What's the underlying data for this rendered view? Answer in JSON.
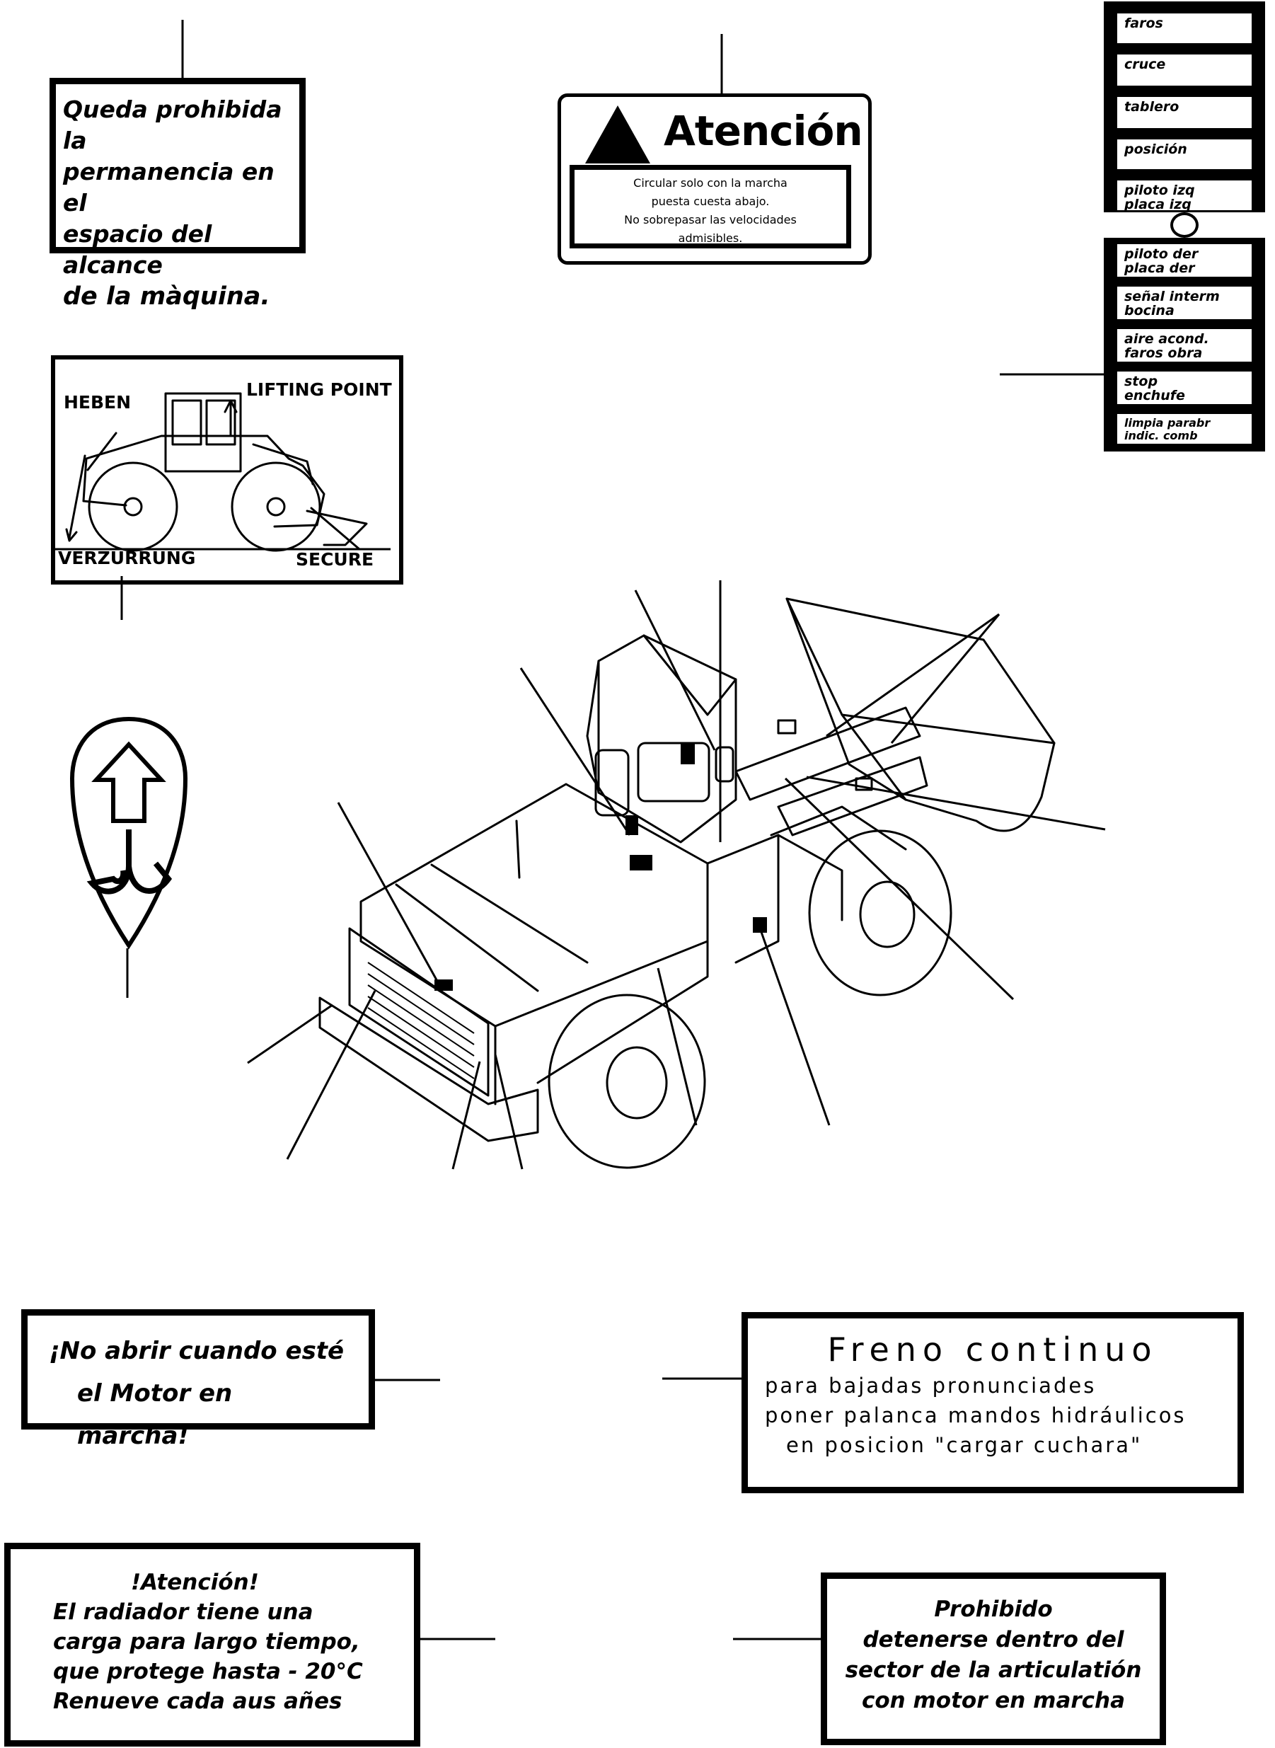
{
  "labels": {
    "prohibida": [
      "Queda prohibida la",
      "permanencia en el",
      "espacio del alcance",
      "de la màquina."
    ],
    "atencion": {
      "title": "Atención",
      "lines": [
        "Circular solo con la marcha",
        "puesta cuesta abajo.",
        "No sobrepasar las velocidades",
        "admisibles."
      ]
    },
    "fuse_strip": [
      [
        "faros"
      ],
      [
        "cruce"
      ],
      [
        "tablero"
      ],
      [
        "posición"
      ],
      [
        "piloto izq",
        "placa izq"
      ],
      [
        "piloto der",
        "placa der"
      ],
      [
        "señal interm",
        "bocina"
      ],
      [
        "aire acond.",
        "faros obra"
      ],
      [
        "stop",
        "enchufe"
      ],
      [
        "limpia parabr",
        "indic. comb"
      ]
    ],
    "lifting": {
      "heben": "HEBEN",
      "lifting_point": "LIFTING POINT",
      "verzurrung": "VERZURRUNG",
      "secure": "SECURE"
    },
    "no_abrir": [
      "¡No abrir cuando esté",
      "el Motor en marcha!"
    ],
    "freno": {
      "title": "Freno continuo",
      "lines": [
        "para bajadas pronunciades",
        "poner palanca mandos hidráulicos",
        "en posicion \"cargar cuchara\""
      ]
    },
    "radiador": [
      "!Atención!",
      "El radiador tiene una",
      "carga para largo tiempo,",
      "que protege hasta - 20°C",
      "Renueve cada aus añes"
    ],
    "prohibido": [
      "Prohibido",
      "detenerse dentro del",
      "sector de la articulatión",
      "con motor en marcha"
    ]
  }
}
